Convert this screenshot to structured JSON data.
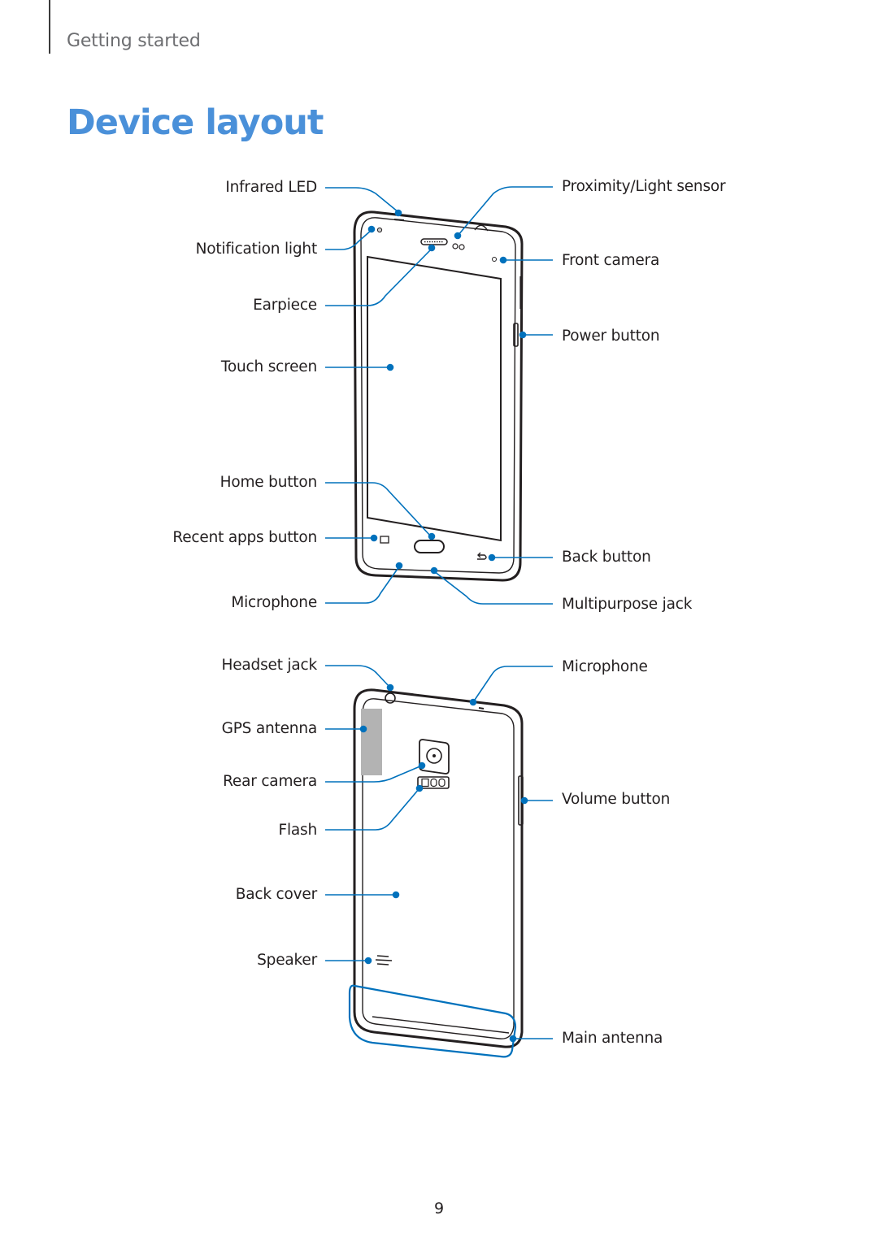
{
  "header": {
    "section": "Getting started",
    "title": "Device layout"
  },
  "front": {
    "left": [
      "Infrared LED",
      "Notification light",
      "Earpiece",
      "Touch screen",
      "Home button",
      "Recent apps button",
      "Microphone"
    ],
    "right": [
      "Proximity/Light sensor",
      "Front camera",
      "Power button",
      "Back button",
      "Multipurpose jack"
    ]
  },
  "back": {
    "left": [
      "Headset jack",
      "GPS antenna",
      "Rear camera",
      "Flash",
      "Back cover",
      "Speaker"
    ],
    "right": [
      "Microphone",
      "Volume button",
      "Main antenna"
    ]
  },
  "page_number": "9",
  "colors": {
    "title": "#4a90d9",
    "callout": "#0071bc",
    "device_outline": "#231f20",
    "gps_antenna": "#b3b3b3"
  }
}
